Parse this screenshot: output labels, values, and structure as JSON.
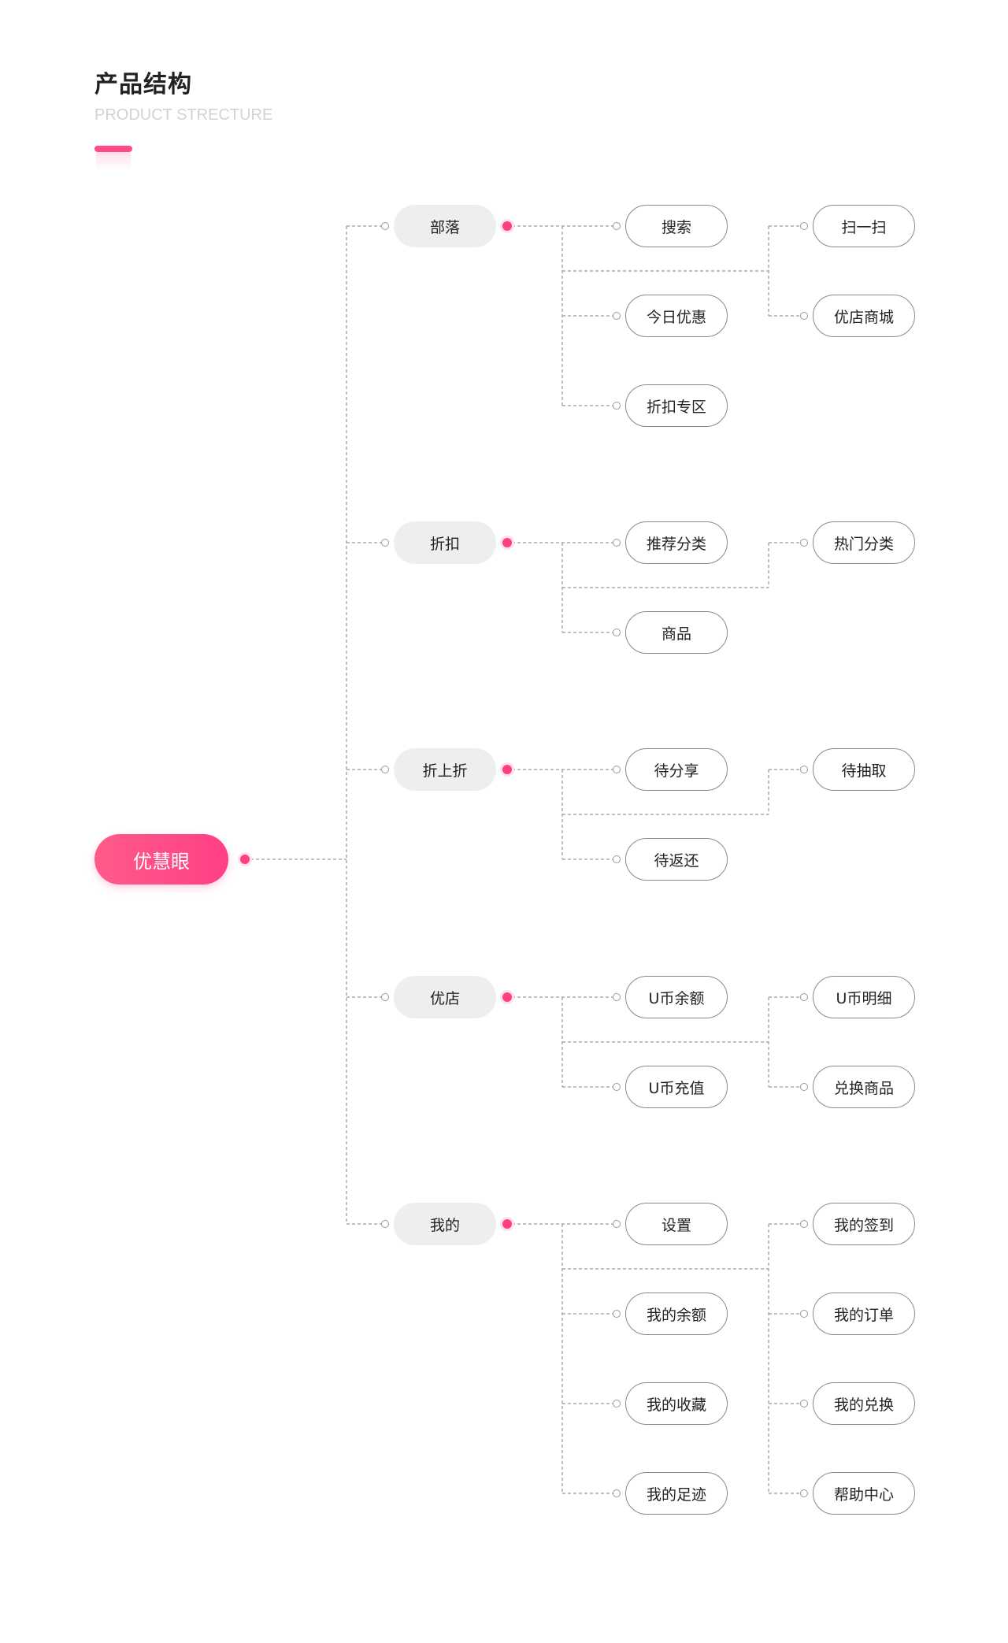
{
  "header": {
    "title": "产品结构",
    "subtitle": "PRODUCT STRECTURE",
    "accent_color": "#ff4a86"
  },
  "colors": {
    "root_gradient": [
      "#ff5b8a",
      "#ff3f85"
    ],
    "level1_bg": "#eeeeee",
    "node_border": "#8a8a8a",
    "line": "#aaaaaa",
    "dot": "#ff3f80"
  },
  "tree": {
    "root": "优慧眼",
    "groups": [
      {
        "label": "部落",
        "col1": [
          "搜索",
          "今日优惠",
          "折扣专区"
        ],
        "col2": [
          "扫一扫",
          "优店商城"
        ]
      },
      {
        "label": "折扣",
        "col1": [
          "推荐分类",
          "商品"
        ],
        "col2": [
          "热门分类"
        ]
      },
      {
        "label": "折上折",
        "col1": [
          "待分享",
          "待返还"
        ],
        "col2": [
          "待抽取"
        ]
      },
      {
        "label": "优店",
        "col1": [
          "U币余额",
          "U币充值"
        ],
        "col2": [
          "U币明细",
          "兑换商品"
        ]
      },
      {
        "label": "我的",
        "col1": [
          "设置",
          "我的余额",
          "我的收藏",
          "我的足迹"
        ],
        "col2": [
          "我的签到",
          "我的订单",
          "我的兑换",
          "帮助中心"
        ]
      }
    ]
  }
}
